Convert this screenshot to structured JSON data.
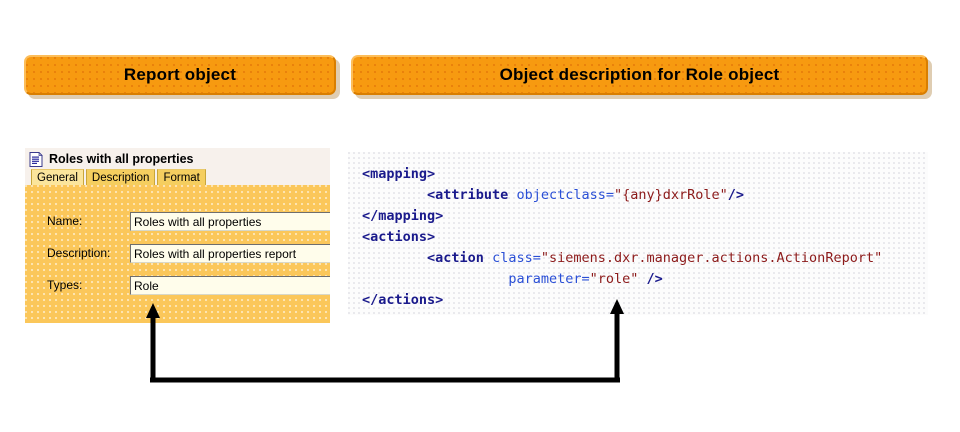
{
  "banners": {
    "left": {
      "label": "Report object"
    },
    "right": {
      "label": "Object description for Role object"
    }
  },
  "report_panel": {
    "icon": "report-document-icon",
    "title": "Roles with all properties",
    "tabs": [
      {
        "label": "General",
        "active": true
      },
      {
        "label": "Description",
        "active": false
      },
      {
        "label": "Format",
        "active": false
      }
    ],
    "fields": [
      {
        "label": "Name:",
        "value": "Roles with all properties"
      },
      {
        "label": "Description:",
        "value": "Roles with all properties report"
      },
      {
        "label": "Types:",
        "value": "Role"
      }
    ]
  },
  "code_panel": {
    "language": "xml",
    "lines": [
      {
        "indent": 0,
        "parts": [
          {
            "text": "<mapping>",
            "kind": "tag"
          }
        ]
      },
      {
        "indent": 4,
        "parts": [
          {
            "text": "<attribute ",
            "kind": "tag"
          },
          {
            "text": "objectclass=",
            "kind": "attr"
          },
          {
            "text": "\"{any}dxrRole\"",
            "kind": "val"
          },
          {
            "text": "/>",
            "kind": "tag"
          }
        ]
      },
      {
        "indent": 0,
        "parts": [
          {
            "text": "</mapping>",
            "kind": "tag"
          }
        ]
      },
      {
        "indent": 0,
        "parts": [
          {
            "text": "<actions>",
            "kind": "tag"
          }
        ]
      },
      {
        "indent": 4,
        "parts": [
          {
            "text": "<action ",
            "kind": "tag"
          },
          {
            "text": "class=",
            "kind": "attr"
          },
          {
            "text": "\"siemens.dxr.manager.actions.ActionReport\"",
            "kind": "val"
          }
        ]
      },
      {
        "indent": 9,
        "parts": [
          {
            "text": "parameter=",
            "kind": "attr"
          },
          {
            "text": "\"role\"",
            "kind": "val"
          },
          {
            "text": " />",
            "kind": "tag"
          }
        ]
      },
      {
        "indent": 0,
        "parts": [
          {
            "text": "</actions>",
            "kind": "tag"
          }
        ]
      }
    ]
  },
  "connector": {
    "description": "double-headed link from Types field value to parameter attribute value",
    "color": "#000000"
  },
  "colors": {
    "banner_orange": "#F79A10",
    "panel_gold": "#FBC75A",
    "tab_active": "#FBE59C",
    "tab_inactive": "#F5CE5F",
    "input_bg": "#FFFDEB",
    "xml_tag": "#1A1A8C",
    "xml_attr": "#2A4FD6",
    "xml_value": "#8C1A1A"
  }
}
